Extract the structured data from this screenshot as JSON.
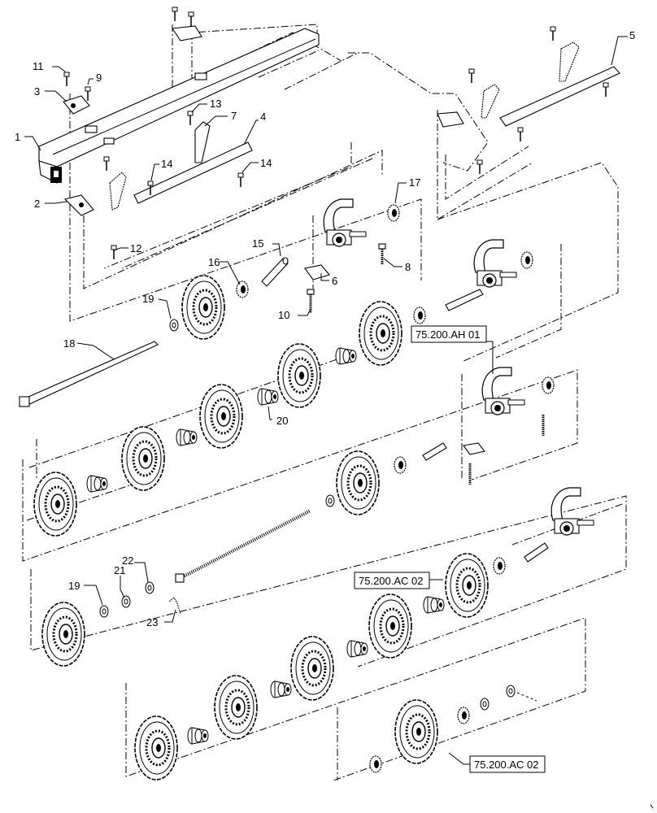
{
  "callouts": {
    "c1": "1",
    "c2": "2",
    "c3": "3",
    "c4": "4",
    "c5": "5",
    "c6": "6",
    "c7": "7",
    "c8": "8",
    "c9": "9",
    "c10": "10",
    "c11": "11",
    "c12": "12",
    "c13": "13",
    "c14a": "14",
    "c14b": "14",
    "c15": "15",
    "c16": "16",
    "c17": "17",
    "c18": "18",
    "c19a": "19",
    "c19b": "19",
    "c20": "20",
    "c21": "21",
    "c22": "22",
    "c23": "23"
  },
  "references": {
    "ref1": "75.200.AH 01",
    "ref2": "75.200.AC 02",
    "ref3": "75.200.AC 02"
  },
  "colors": {
    "line": "#000000",
    "background": "#ffffff"
  }
}
